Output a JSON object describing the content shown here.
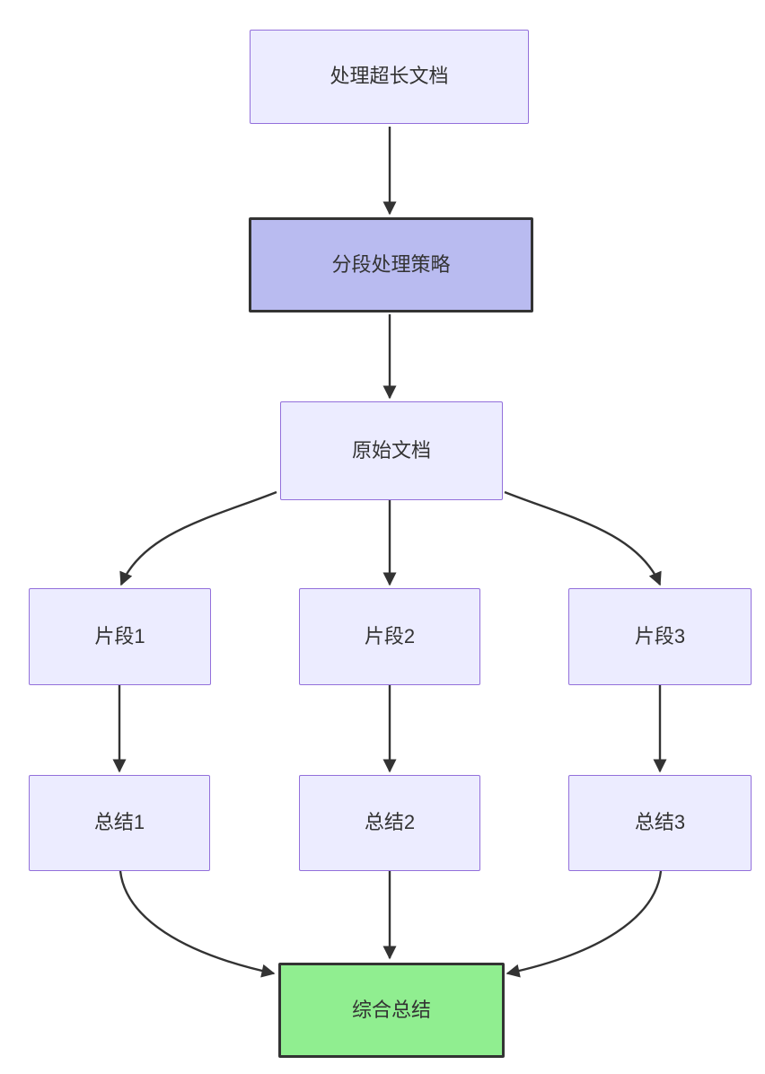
{
  "diagram": {
    "type": "flowchart",
    "direction": "top-down",
    "nodes": {
      "start": {
        "label": "处理超长文档",
        "fill": "#ECECFF",
        "stroke": "#9370DB"
      },
      "strategy": {
        "label": "分段处理策略",
        "fill": "#B9BBF0",
        "stroke": "#333333"
      },
      "source": {
        "label": "原始文档",
        "fill": "#ECECFF",
        "stroke": "#9370DB"
      },
      "seg1": {
        "label": "片段1",
        "fill": "#ECECFF",
        "stroke": "#9370DB"
      },
      "seg2": {
        "label": "片段2",
        "fill": "#ECECFF",
        "stroke": "#9370DB"
      },
      "seg3": {
        "label": "片段3",
        "fill": "#ECECFF",
        "stroke": "#9370DB"
      },
      "sum1": {
        "label": "总结1",
        "fill": "#ECECFF",
        "stroke": "#9370DB"
      },
      "sum2": {
        "label": "总结2",
        "fill": "#ECECFF",
        "stroke": "#9370DB"
      },
      "sum3": {
        "label": "总结3",
        "fill": "#ECECFF",
        "stroke": "#9370DB"
      },
      "final": {
        "label": "综合总结",
        "fill": "#90EE90",
        "stroke": "#333333"
      }
    },
    "edges": [
      {
        "from": "处理超长文档",
        "to": "分段处理策略"
      },
      {
        "from": "分段处理策略",
        "to": "原始文档"
      },
      {
        "from": "原始文档",
        "to": "片段1"
      },
      {
        "from": "原始文档",
        "to": "片段2"
      },
      {
        "from": "原始文档",
        "to": "片段3"
      },
      {
        "from": "片段1",
        "to": "总结1"
      },
      {
        "from": "片段2",
        "to": "总结2"
      },
      {
        "from": "片段3",
        "to": "总结3"
      },
      {
        "from": "总结1",
        "to": "综合总结"
      },
      {
        "from": "总结2",
        "to": "综合总结"
      },
      {
        "from": "总结3",
        "to": "综合总结"
      }
    ],
    "colors": {
      "canvas": "#FFFFFF",
      "edge": "#333333",
      "text": "#333333",
      "default_fill": "#ECECFF",
      "default_stroke": "#9370DB",
      "emphasis_fill": "#B9BBF0",
      "result_fill": "#90EE90",
      "emphasis_stroke": "#333333"
    }
  }
}
